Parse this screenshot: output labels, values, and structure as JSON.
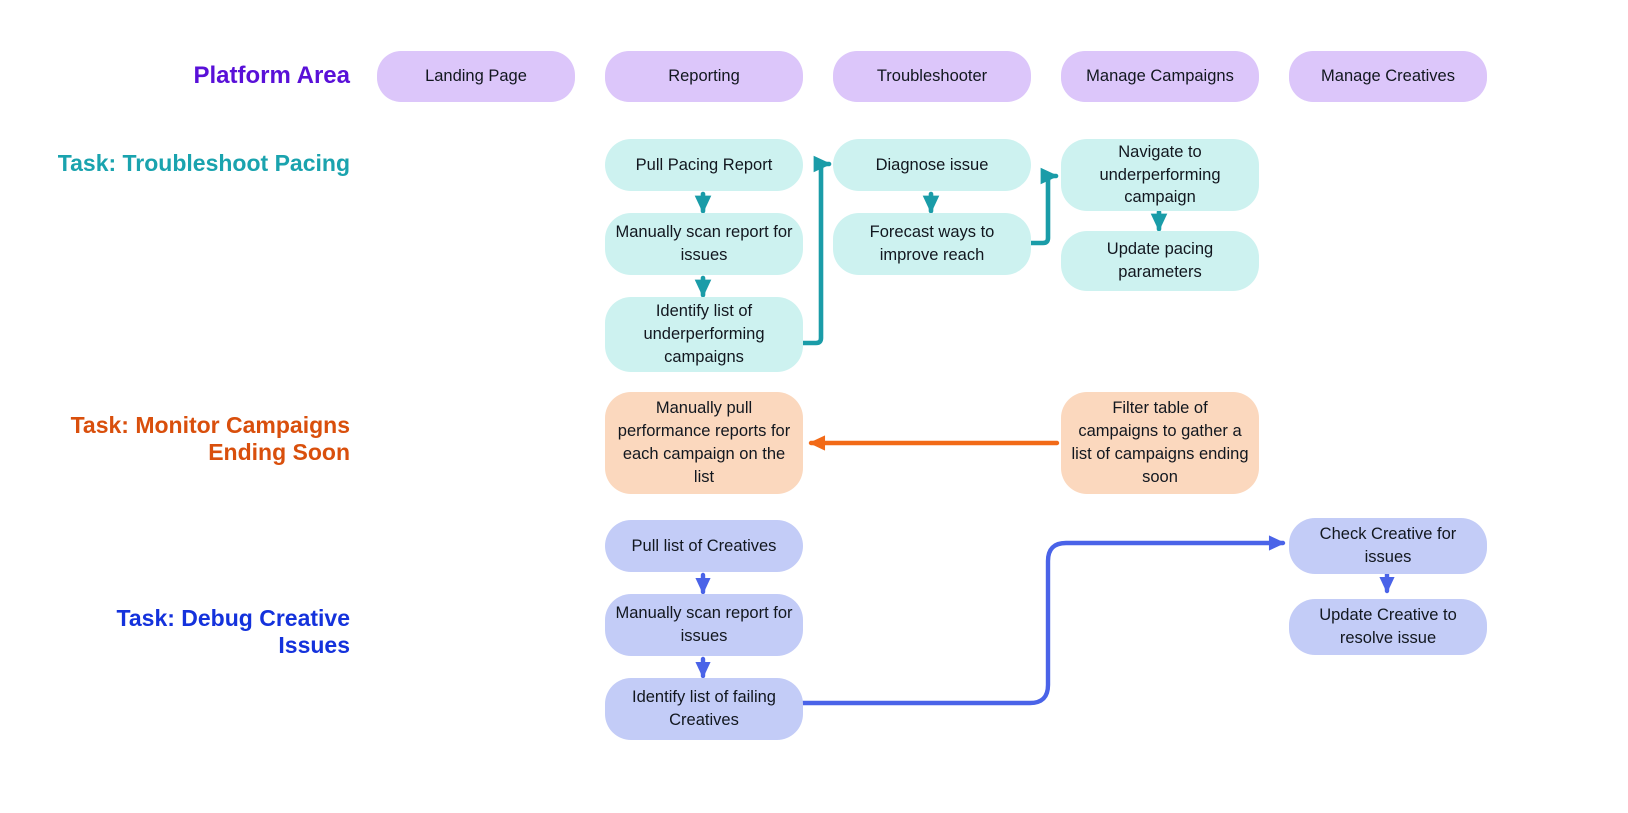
{
  "diagram": {
    "title_row_label": "Platform Area",
    "columns": [
      {
        "id": "landing-page",
        "label": "Landing Page"
      },
      {
        "id": "reporting",
        "label": "Reporting"
      },
      {
        "id": "troubleshooter",
        "label": "Troubleshooter"
      },
      {
        "id": "manage-campaigns",
        "label": "Manage Campaigns"
      },
      {
        "id": "manage-creatives",
        "label": "Manage Creatives"
      }
    ],
    "rows": [
      {
        "id": "troubleshoot-pacing",
        "label": "Task: Troubleshoot Pacing",
        "color": "#1AA3AE"
      },
      {
        "id": "monitor-campaigns",
        "label": "Task: Monitor Campaigns\nEnding Soon",
        "color": "#D94F0C"
      },
      {
        "id": "debug-creative-issues",
        "label": "Task: Debug Creative\nIssues",
        "color": "#1432DC"
      }
    ],
    "colors": {
      "platform_area_label": "#5910D8",
      "header_node": "#DCC6FA",
      "troubleshoot_node": "#CDF2F0",
      "troubleshoot_edge": "#1A9CA8",
      "monitor_node": "#FBD8BE",
      "monitor_edge": "#F26A17",
      "debug_node": "#C3CCF7",
      "debug_edge": "#4A63E8",
      "node_text": "#12171f",
      "background": "#FFFFFF"
    },
    "nodes": [
      {
        "id": "h-landing-page",
        "label": "Landing Page",
        "row": "platform-area",
        "column": "landing-page"
      },
      {
        "id": "h-reporting",
        "label": "Reporting",
        "row": "platform-area",
        "column": "reporting"
      },
      {
        "id": "h-troubleshooter",
        "label": "Troubleshooter",
        "row": "platform-area",
        "column": "troubleshooter"
      },
      {
        "id": "h-manage-campaigns",
        "label": "Manage Campaigns",
        "row": "platform-area",
        "column": "manage-campaigns"
      },
      {
        "id": "h-manage-creatives",
        "label": "Manage Creatives",
        "row": "platform-area",
        "column": "manage-creatives"
      },
      {
        "id": "t1-pull-pacing-report",
        "label": "Pull Pacing Report",
        "row": "troubleshoot-pacing",
        "column": "reporting"
      },
      {
        "id": "t1-manually-scan-report",
        "label": "Manually scan report for issues",
        "row": "troubleshoot-pacing",
        "column": "reporting"
      },
      {
        "id": "t1-identify-underperforming",
        "label": "Identify list of underperforming campaigns",
        "row": "troubleshoot-pacing",
        "column": "reporting"
      },
      {
        "id": "t1-diagnose-issue",
        "label": "Diagnose issue",
        "row": "troubleshoot-pacing",
        "column": "troubleshooter"
      },
      {
        "id": "t1-forecast-ways",
        "label": "Forecast ways to improve reach",
        "row": "troubleshoot-pacing",
        "column": "troubleshooter"
      },
      {
        "id": "t1-navigate-campaign",
        "label": "Navigate to underperforming campaign",
        "row": "troubleshoot-pacing",
        "column": "manage-campaigns"
      },
      {
        "id": "t1-update-pacing",
        "label": "Update pacing parameters",
        "row": "troubleshoot-pacing",
        "column": "manage-campaigns"
      },
      {
        "id": "t2-manually-pull-reports",
        "label": "Manually pull performance reports for each campaign on the list",
        "row": "monitor-campaigns",
        "column": "reporting"
      },
      {
        "id": "t2-filter-table",
        "label": "Filter table of campaigns to gather a list of campaigns ending soon",
        "row": "monitor-campaigns",
        "column": "manage-campaigns"
      },
      {
        "id": "t3-pull-list-creatives",
        "label": "Pull list of Creatives",
        "row": "debug-creative-issues",
        "column": "reporting"
      },
      {
        "id": "t3-manually-scan-report",
        "label": "Manually scan report for issues",
        "row": "debug-creative-issues",
        "column": "reporting"
      },
      {
        "id": "t3-identify-failing",
        "label": "Identify list of failing Creatives",
        "row": "debug-creative-issues",
        "column": "reporting"
      },
      {
        "id": "t3-check-creative",
        "label": "Check Creative for issues",
        "row": "debug-creative-issues",
        "column": "manage-creatives"
      },
      {
        "id": "t3-update-creative",
        "label": "Update Creative to resolve issue",
        "row": "debug-creative-issues",
        "column": "manage-creatives"
      }
    ],
    "edges": [
      {
        "from": "t1-pull-pacing-report",
        "to": "t1-manually-scan-report",
        "style": "straight-down"
      },
      {
        "from": "t1-manually-scan-report",
        "to": "t1-identify-underperforming",
        "style": "straight-down"
      },
      {
        "from": "t1-identify-underperforming",
        "to": "t1-diagnose-issue",
        "style": "elbow-up-right"
      },
      {
        "from": "t1-diagnose-issue",
        "to": "t1-forecast-ways",
        "style": "straight-down"
      },
      {
        "from": "t1-forecast-ways",
        "to": "t1-navigate-campaign",
        "style": "elbow-up-right"
      },
      {
        "from": "t1-navigate-campaign",
        "to": "t1-update-pacing",
        "style": "straight-down"
      },
      {
        "from": "t2-filter-table",
        "to": "t2-manually-pull-reports",
        "style": "straight-left"
      },
      {
        "from": "t3-pull-list-creatives",
        "to": "t3-manually-scan-report",
        "style": "straight-down"
      },
      {
        "from": "t3-manually-scan-report",
        "to": "t3-identify-failing",
        "style": "straight-down"
      },
      {
        "from": "t3-identify-failing",
        "to": "t3-check-creative",
        "style": "elbow-up-right"
      },
      {
        "from": "t3-check-creative",
        "to": "t3-update-creative",
        "style": "straight-down"
      }
    ]
  }
}
